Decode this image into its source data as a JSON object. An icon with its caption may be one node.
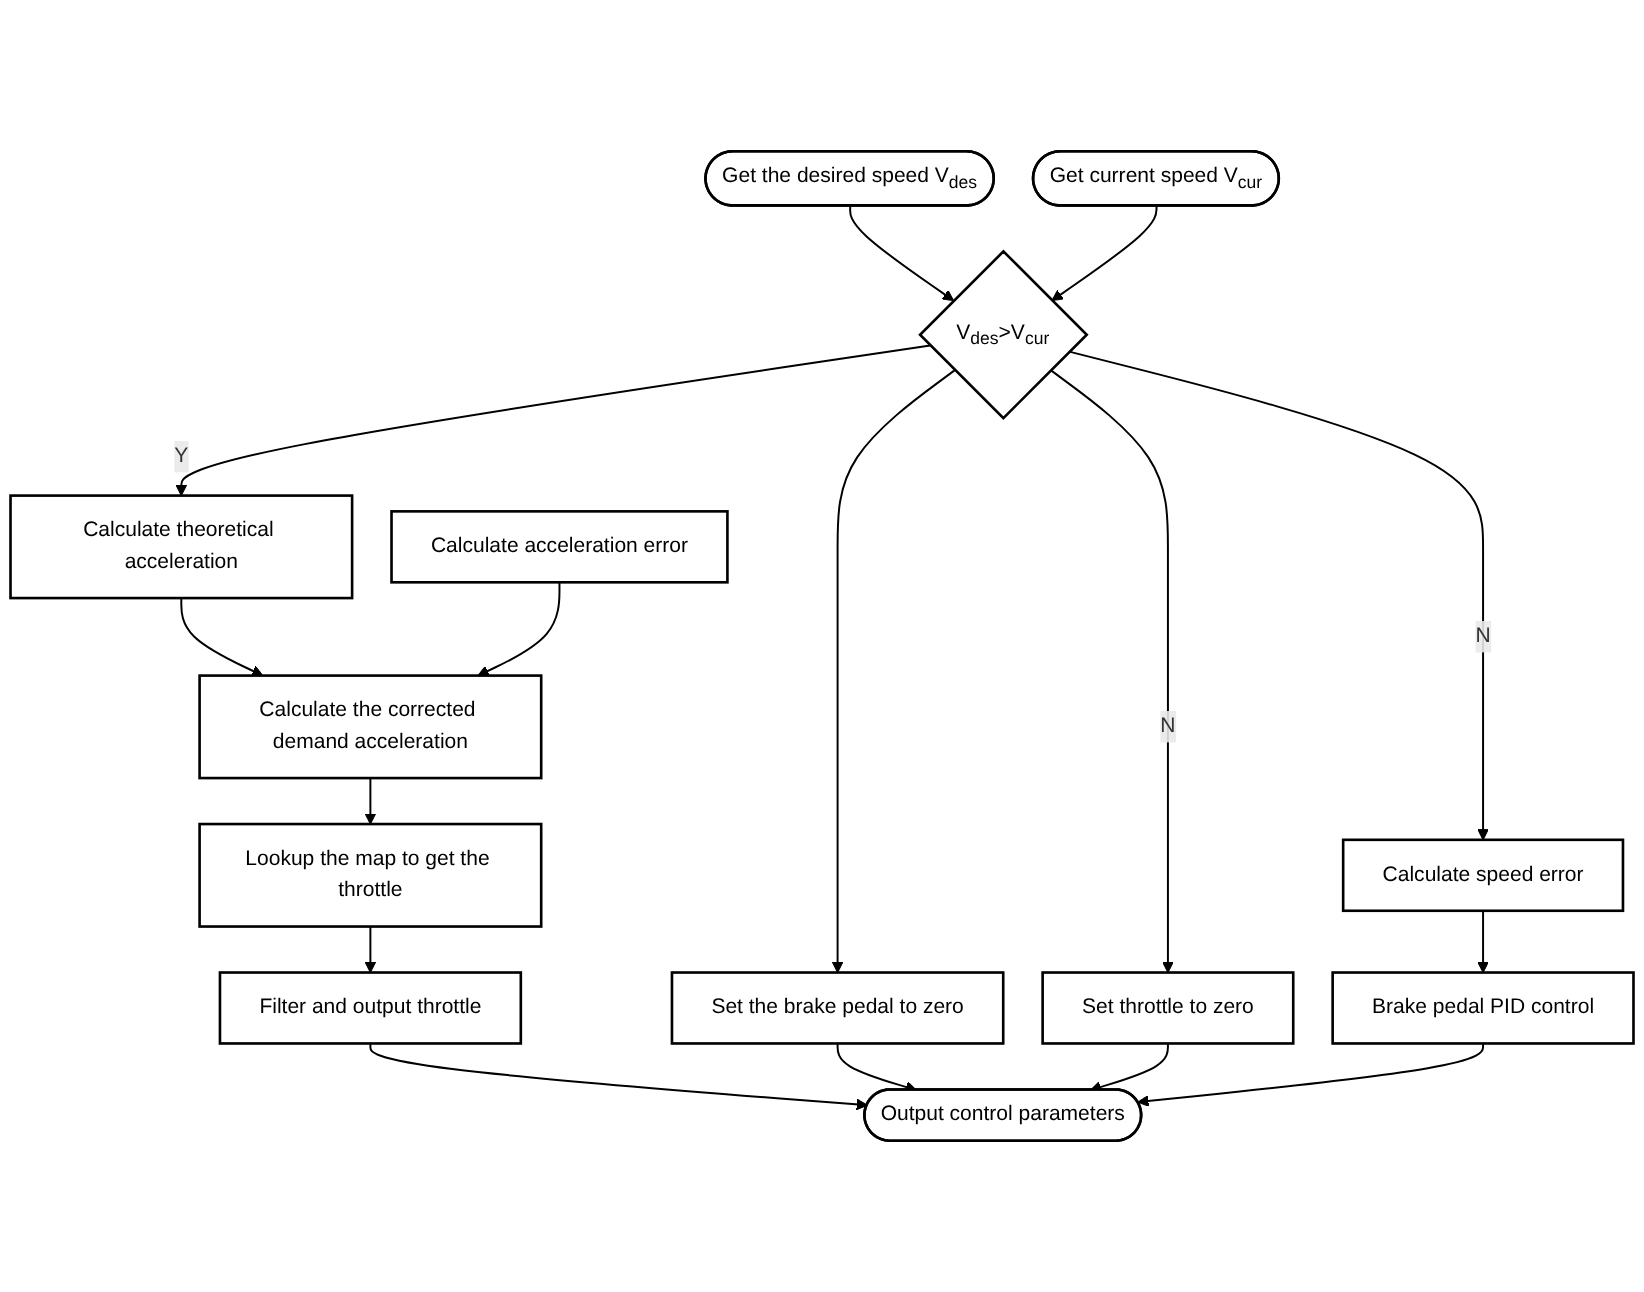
{
  "diagram": {
    "nodes": [
      {
        "text": [
          "Get the desired speed V$_{des}$"
        ]
      },
      {
        "text": [
          "Get current speed V$_{cur}$"
        ]
      },
      {
        "text": [
          "Set throttle to zero"
        ]
      },
      {
        "text": [
          "V$_{des}$>V$_{cur}$"
        ]
      },
      {
        "text": [
          "Calculate speed error"
        ]
      },
      {
        "text": [
          "Brake pedal PID control"
        ]
      },
      {
        "text": [
          "Calculate theoretical acceleration"
        ]
      },
      {
        "text": [
          "Calculate acceleration error"
        ]
      },
      {
        "text": [
          "Calculate the corrected demand acceleration"
        ]
      },
      {
        "text": [
          "Lookup the map to get the throttle"
        ]
      },
      {
        "text": [
          "Set the brake pedal to zero"
        ]
      },
      {
        "text": [
          "Filter and output throttle"
        ]
      },
      {
        "text": [
          "Output control parameters"
        ]
      }
    ],
    "edges": [
      {
        "from": 0,
        "to": 3,
        "arrow": "to"
      },
      {
        "from": 1,
        "to": 3,
        "arrow": "to"
      },
      {
        "from": 3,
        "to": 2,
        "arrow": "to",
        "label": "N"
      },
      {
        "from": 3,
        "to": 4,
        "arrow": "to",
        "label": "N"
      },
      {
        "from": 4,
        "to": 5,
        "arrow": "to"
      },
      {
        "from": 3,
        "to": 6,
        "arrow": "to",
        "label": "Y"
      },
      {
        "from": 3,
        "to": 10,
        "arrow": "to"
      },
      {
        "from": 6,
        "to": 8,
        "arrow": "to"
      },
      {
        "from": 7,
        "to": 8,
        "arrow": "to"
      },
      {
        "from": 8,
        "to": 9,
        "arrow": "to"
      },
      {
        "from": 9,
        "to": 11,
        "arrow": "to"
      },
      {
        "from": 11,
        "to": 12,
        "arrow": "to"
      },
      {
        "from": 10,
        "to": 12,
        "arrow": "to"
      },
      {
        "from": 2,
        "to": 12,
        "arrow": "to"
      },
      {
        "from": 5,
        "to": 12,
        "arrow": "to"
      }
    ]
  }
}
